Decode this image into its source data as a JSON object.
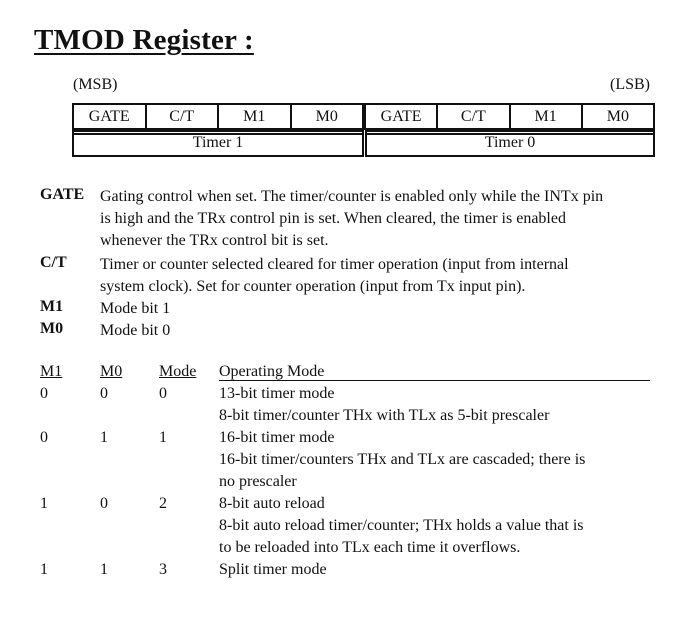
{
  "title": "TMOD Register :",
  "register": {
    "msb_label": "(MSB)",
    "lsb_label": "(LSB)",
    "timer1_bits": [
      "GATE",
      "C/T",
      "M1",
      "M0"
    ],
    "timer0_bits": [
      "GATE",
      "C/T",
      "M1",
      "M0"
    ],
    "timer1_label": "Timer 1",
    "timer0_label": "Timer 0"
  },
  "definitions": [
    {
      "term": "GATE",
      "lines": [
        "Gating control when set. The timer/counter is enabled only while the INTx pin",
        "is high and the TRx control pin is set. When cleared, the timer is enabled",
        "whenever the TRx control bit is set."
      ]
    },
    {
      "term": "C/T",
      "lines": [
        "Timer or counter selected cleared for timer operation (input from internal",
        "system clock). Set for counter operation (input from Tx input pin)."
      ]
    },
    {
      "term": "M1",
      "lines": [
        "Mode bit 1"
      ]
    },
    {
      "term": "M0",
      "lines": [
        "Mode bit 0"
      ]
    }
  ],
  "modes_table": {
    "headers": [
      "M1",
      "M0",
      "Mode",
      "Operating Mode"
    ],
    "rows": [
      {
        "m1": "0",
        "m0": "0",
        "mode": "0",
        "lines": [
          "13-bit timer mode",
          "8-bit timer/counter THx with TLx as 5-bit prescaler"
        ]
      },
      {
        "m1": "0",
        "m0": "1",
        "mode": "1",
        "lines": [
          "16-bit timer mode",
          "16-bit timer/counters THx and TLx are cascaded; there is",
          "no prescaler"
        ]
      },
      {
        "m1": "1",
        "m0": "0",
        "mode": "2",
        "lines": [
          "8-bit auto reload",
          "8-bit auto reload timer/counter; THx holds a value that is",
          "to be reloaded into TLx each time it overflows."
        ]
      },
      {
        "m1": "1",
        "m0": "1",
        "mode": "3",
        "lines": [
          "Split timer mode"
        ]
      }
    ]
  }
}
